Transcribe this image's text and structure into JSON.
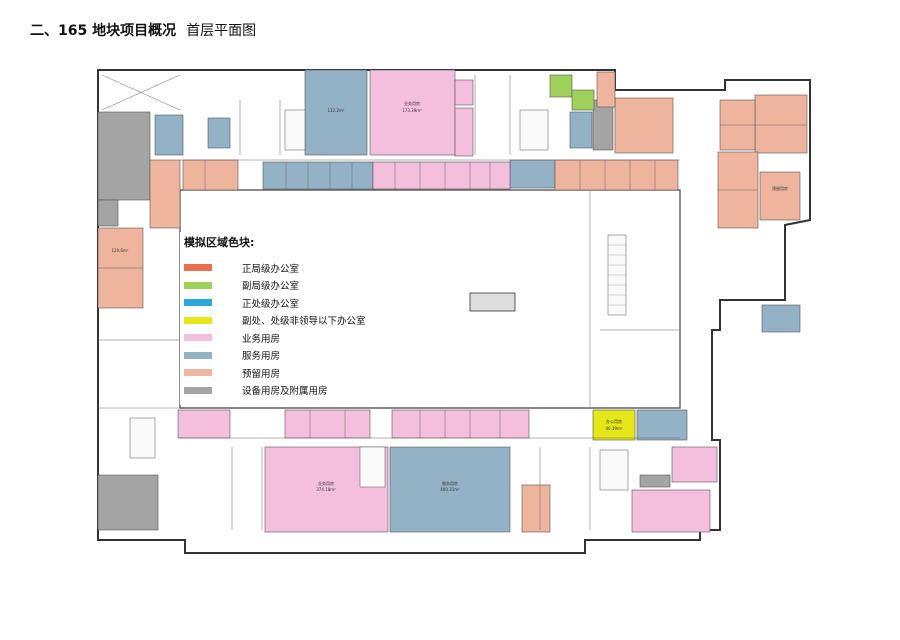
{
  "header": {
    "title": "二、165 地块项目概况",
    "subtitle": "首层平面图"
  },
  "legend": {
    "title": "模拟区域色块:",
    "items": [
      {
        "label": "正局级办公室",
        "color": "#e8704f"
      },
      {
        "label": "副局级办公室",
        "color": "#9fd05b"
      },
      {
        "label": "正处级办公室",
        "color": "#2ba7d8"
      },
      {
        "label": "副处、处级非领导以下办公室",
        "color": "#e6e618"
      },
      {
        "label": "业务用房",
        "color": "#f4bfdc"
      },
      {
        "label": "服务用房",
        "color": "#93b2c6"
      },
      {
        "label": "预留用房",
        "color": "#efb49d"
      },
      {
        "label": "设备用房及附属用房",
        "color": "#a4a4a4"
      }
    ]
  },
  "plan": {
    "room_labels": {
      "north_pink": "业务用房",
      "south_pink": "业务用房",
      "south_blue": "服务用房",
      "yellow_office": "办公用房",
      "east_reserved": "预留用房"
    },
    "areas": {
      "north_pink": "173.39m²",
      "north_blue": "132.2m²",
      "south_pink": "374.18m²",
      "south_blue": "400.31m²",
      "yellow_office": "40.19m²",
      "west_reserved": "120.6m²"
    }
  }
}
